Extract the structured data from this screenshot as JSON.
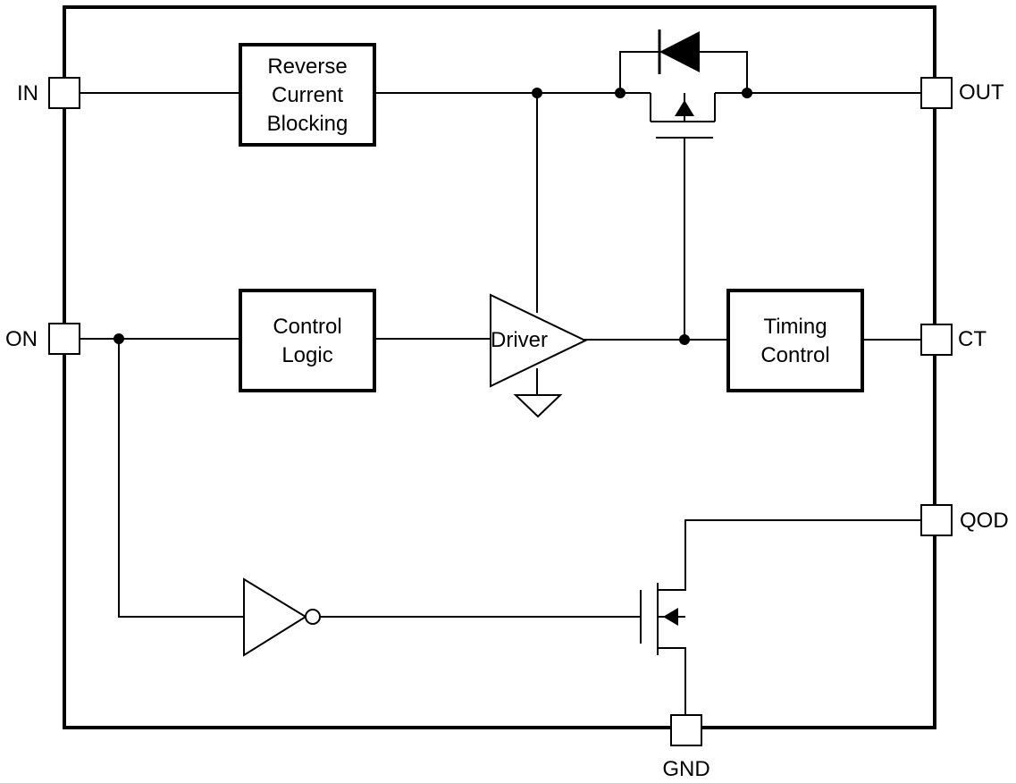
{
  "pins": {
    "in": "IN",
    "on": "ON",
    "out": "OUT",
    "ct": "CT",
    "qod": "QOD",
    "gnd": "GND"
  },
  "blocks": {
    "reverse_current_blocking": [
      "Reverse",
      "Current",
      "Blocking"
    ],
    "control_logic": [
      "Control",
      "Logic"
    ],
    "driver": "Driver",
    "timing_control": [
      "Timing",
      "Control"
    ]
  }
}
